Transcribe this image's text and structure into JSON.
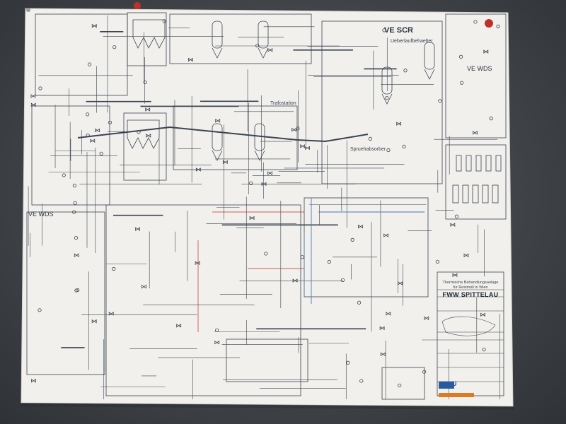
{
  "photo": {
    "wall_color": "#474b50",
    "paper_color": "#f2f1ee",
    "line_color": "#3b4350",
    "accent_red": "#c0302a",
    "accent_blue": "#4a7ab8"
  },
  "poster": {
    "section_labels": {
      "ve_scr": "VE SCR",
      "ve_wds_right": "VE WDS",
      "ve_wds_left": "VE WDS"
    },
    "small_labels": {
      "trafo": "Trafostation",
      "sprueh": "Spruehabsorber",
      "ueberlauf": "Ueberlaufbehaelter"
    },
    "title_block": {
      "line1": "Thermische Behandlungsanlage",
      "line2": "für Restmüll in Wien",
      "plant_name": "FWW SPITTELAU",
      "logo": "WKU"
    }
  }
}
